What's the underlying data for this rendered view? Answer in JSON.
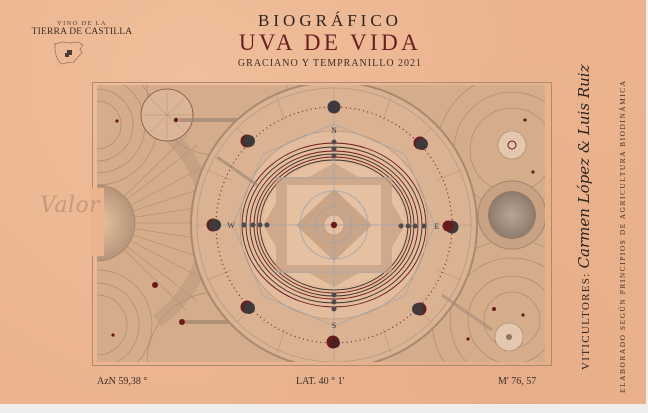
{
  "label": {
    "region": {
      "line1": "VINO DE LA",
      "line2": "TIERRA DE CASTILLA",
      "map_icon": "spain-map-icon"
    },
    "brand": "BIOGRÁFICO",
    "title": "UVA DE VIDA",
    "subtitle": "GRACIANO Y TEMPRANILLO 2021",
    "artwork": {
      "watermark": "Valor",
      "compass": {
        "north": "N",
        "south": "S",
        "east": "E",
        "west": "W"
      }
    },
    "coordinates": {
      "azimuth": "AzN 59,38 °",
      "latitude": "LAT. 40 ° 1'",
      "meridian": "M' 76, 57"
    },
    "side_text": {
      "growers_label": "VITICULTORES:",
      "growers_names": "Carmen López & Luis Ruiz",
      "method": "ELABORADO SEGÚN PRINCIPIOS DE AGRICULTURA BIODINÁMICA"
    }
  },
  "colors": {
    "paper": "#ebb48f",
    "title_red": "#6a1d22",
    "ink": "#2d2420",
    "planet_dark": "#3e3a3c",
    "planet_red": "#6b1a1c"
  }
}
